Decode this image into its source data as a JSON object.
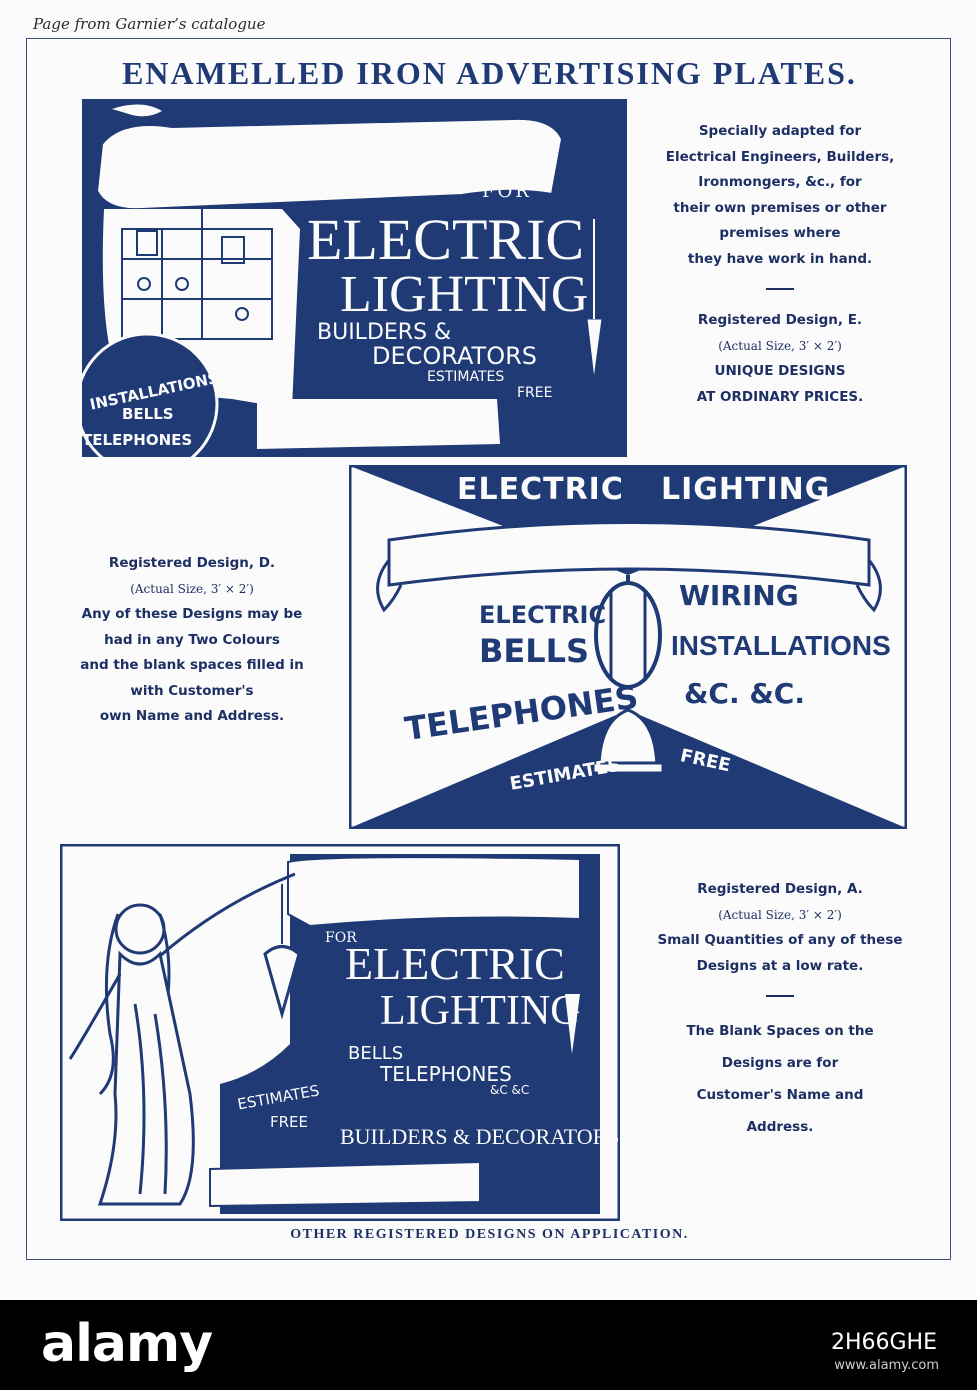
{
  "caption": "Page from Garnier’s catalogue",
  "heading": "ENAMELLED IRON ADVERTISING PLATES.",
  "colors": {
    "ink": "#1f3a74",
    "paper": "#fbfbfb"
  },
  "plate_e": {
    "for": "FOR",
    "word1": "ELECTRIC",
    "word2": "LIGHTING",
    "sub1": "BUILDERS &",
    "sub2": "DECORATORS",
    "estimates": "ESTIMATES",
    "free": "FREE",
    "installations": "INSTALLATIONS",
    "bells": "BELLS",
    "telephones": "TELEPHONES"
  },
  "text_e": {
    "lines": [
      "Specially adapted for",
      "Electrical Engineers, Builders,",
      "Ironmongers, &c., for",
      "their own premises or other",
      "premises where",
      "they have work in hand."
    ],
    "design": "Registered Design, E.",
    "size": "(Actual Size, 3′ × 2′)",
    "unique1": "UNIQUE DESIGNS",
    "unique2": "AT ORDINARY PRICES."
  },
  "plate_d": {
    "top_left": "ELECTRIC",
    "top_right": "LIGHTING",
    "l1": "ELECTRIC",
    "l2": "BELLS",
    "l3": "TELEPHONES",
    "r1": "WIRING",
    "r2": "INSTALLATIONS",
    "r3": "&C. &C.",
    "estimates": "ESTIMATES",
    "free": "FREE"
  },
  "text_d": {
    "design": "Registered Design, D.",
    "size": "(Actual Size, 3′ × 2′)",
    "lines": [
      "Any of these Designs may be",
      "had in any Two Colours",
      "and the blank spaces filled in",
      "with Customer's",
      "own Name and Address."
    ]
  },
  "plate_a": {
    "for": "FOR",
    "word1": "ELECTRIC",
    "word2": "LIGHTING",
    "l1": "BELLS",
    "l2": "TELEPHONES",
    "l3": "&C &C",
    "estimates": "ESTIMATES",
    "free": "FREE",
    "builders": "BUILDERS & DECORATORS"
  },
  "text_a": {
    "design": "Registered Design, A.",
    "size": "(Actual Size, 3′ × 2′)",
    "lines1": [
      "Small Quantities of any of these",
      "Designs at a low rate."
    ],
    "lines2": [
      "The Blank Spaces on the",
      "Designs are for",
      "Customer's Name and",
      "Address."
    ]
  },
  "footer": "OTHER REGISTERED DESIGNS ON APPLICATION.",
  "stock": {
    "logo": "alamy",
    "image_id": "2H66GHE",
    "url": "www.alamy.com"
  }
}
